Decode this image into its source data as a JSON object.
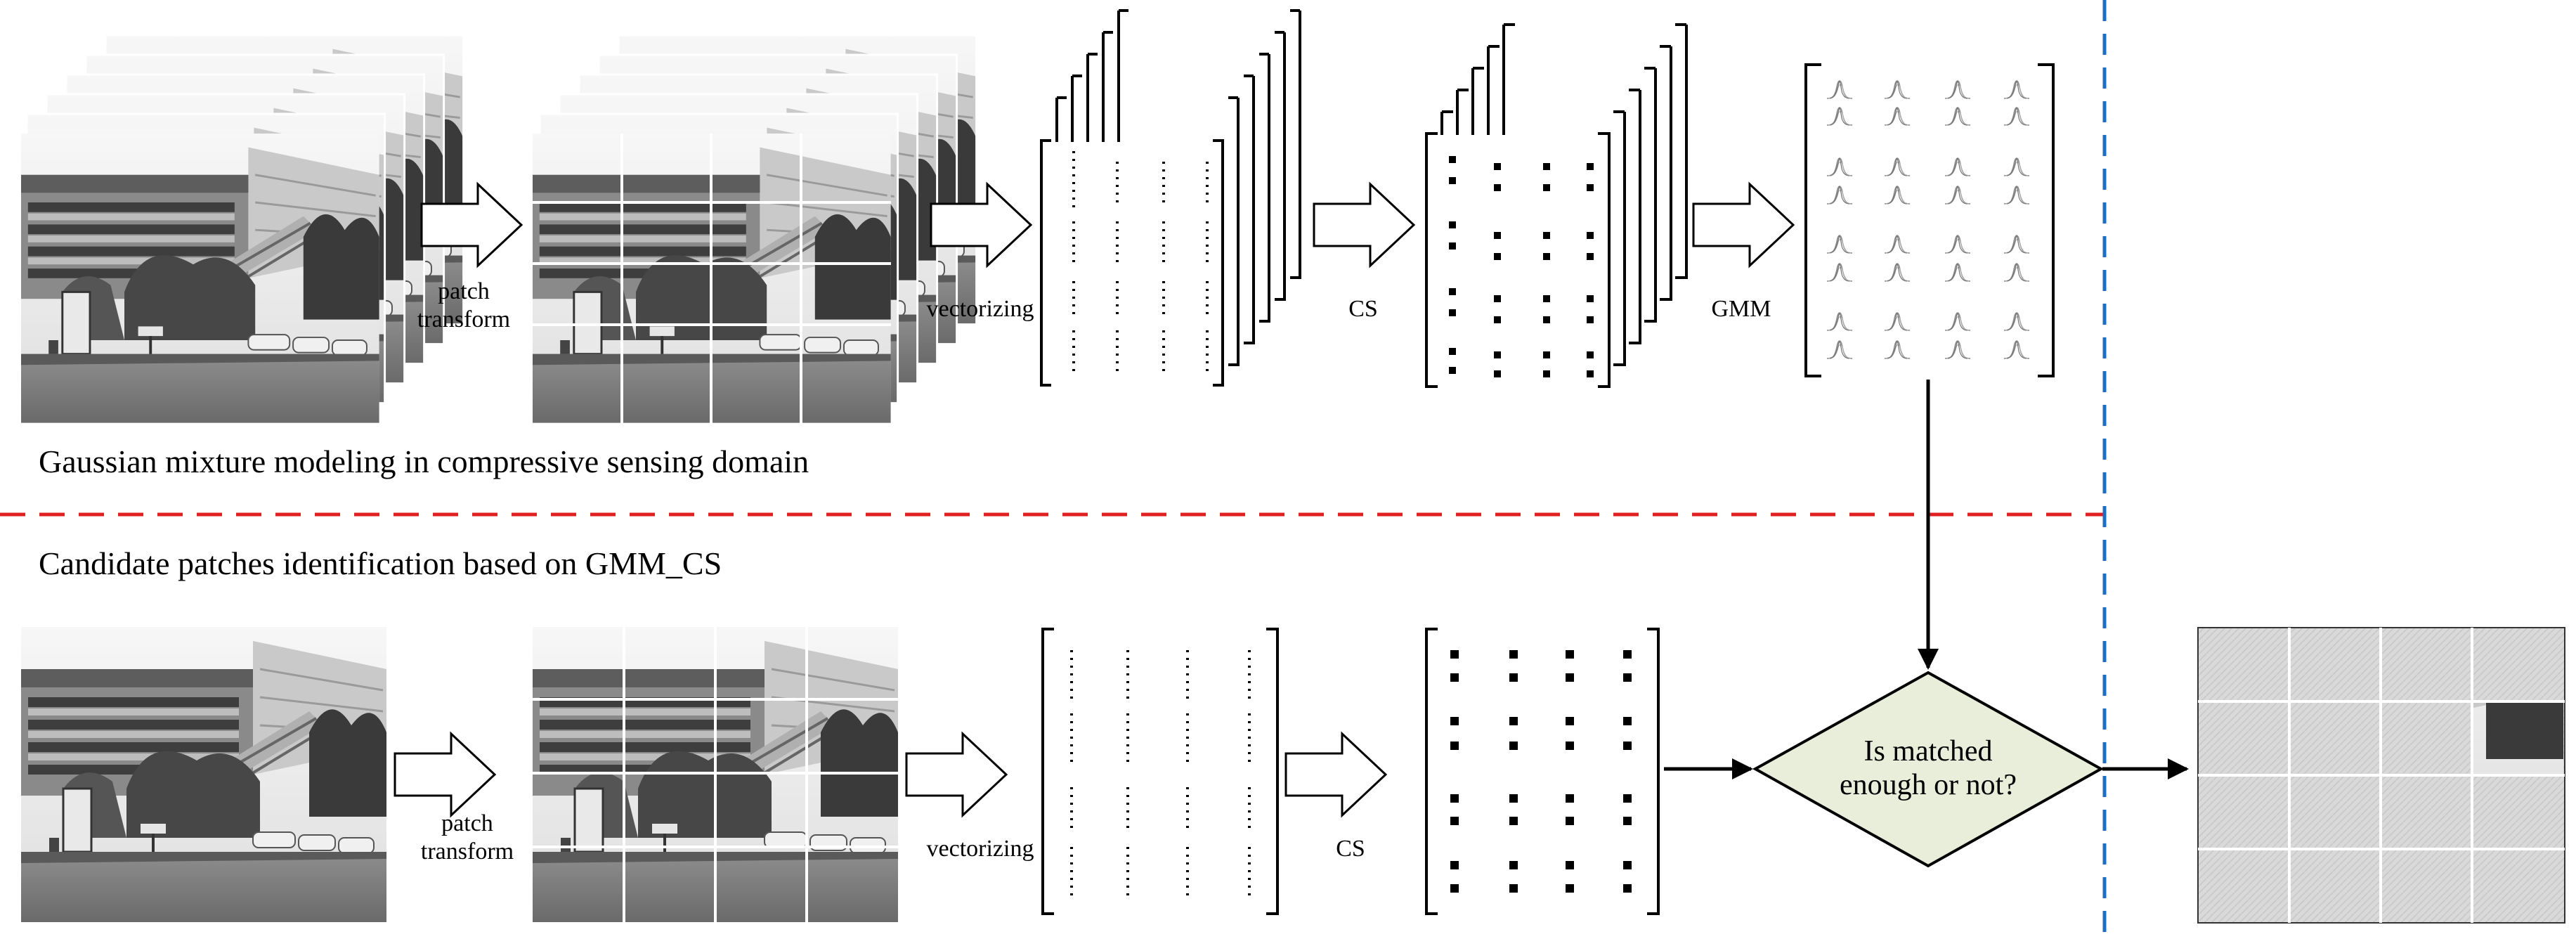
{
  "colors": {
    "separator_red": "#e02020",
    "separator_blue": "#1f6fc0",
    "decision_fill": "#e9eedb",
    "line": "#000000"
  },
  "top_section": {
    "heading": "Gaussian mixture modeling in compressive sensing domain",
    "arrow_labels": {
      "patch": [
        "patch",
        "transform"
      ],
      "vectorize": "vectorizing",
      "cs": "CS",
      "gmm": "GMM"
    }
  },
  "bottom_section": {
    "heading": "Candidate patches identification based on GMM_CS",
    "arrow_labels": {
      "patch": [
        "patch",
        "transform"
      ],
      "vectorize": "vectorizing",
      "cs": "CS"
    },
    "decision": [
      "Is matched",
      "enough or not?"
    ]
  },
  "icons": {
    "scene": "grayscale-outdoor-scene-photo",
    "gmm_curve": "gaussian-density-curve-icon"
  }
}
